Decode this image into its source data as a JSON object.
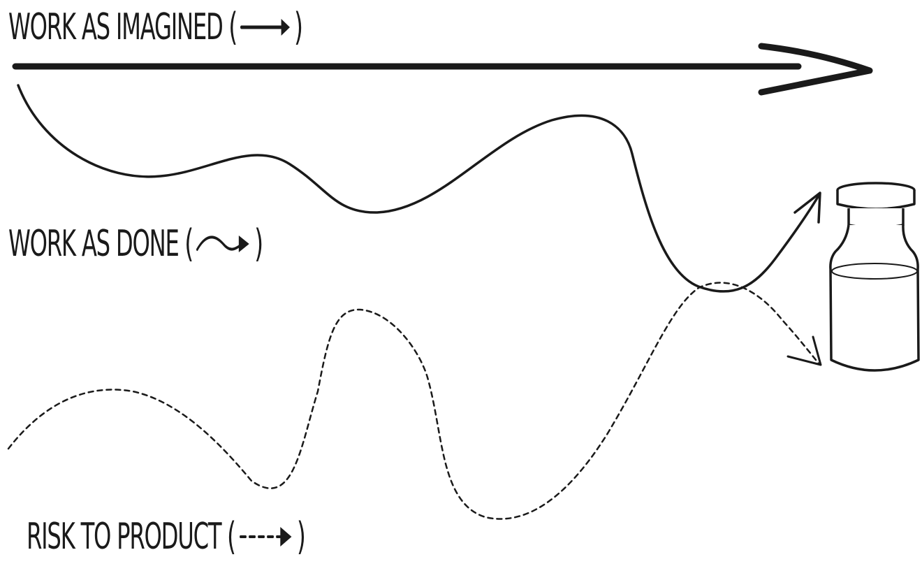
{
  "labels": {
    "work_as_imagined": "WORK AS IMAGINED",
    "work_as_done": "WORK AS DONE",
    "risk_to_product": "RISK TO PRODUCT"
  },
  "legend_symbols": {
    "open_paren": "(",
    "close_paren": ")"
  },
  "icons": {
    "straight_arrow": "straight-arrow-icon",
    "wavy_arrow": "wavy-arrow-icon",
    "dashed_arrow": "dashed-arrow-icon",
    "product": "vial-icon"
  },
  "colors": {
    "ink": "#1a1a1a",
    "background": "#ffffff"
  }
}
